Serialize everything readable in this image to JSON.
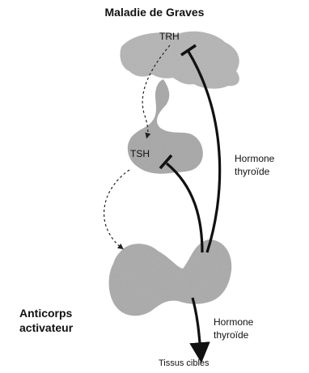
{
  "title": "Maladie de Graves",
  "labels": {
    "trh": "TRH",
    "tsh": "TSH",
    "hormone_upper_line1": "Hormone",
    "hormone_upper_line2": "thyroïde",
    "hormone_lower_line1": "Hormone",
    "hormone_lower_line2": "thyroïde",
    "anticorps_line1": "Anticorps",
    "anticorps_line2": "activateur",
    "tissus": "Tissus cibles"
  },
  "colors": {
    "tissue_fill": "#a9a9a9",
    "tissue_dark": "#8c8c8c",
    "line": "#111111"
  }
}
